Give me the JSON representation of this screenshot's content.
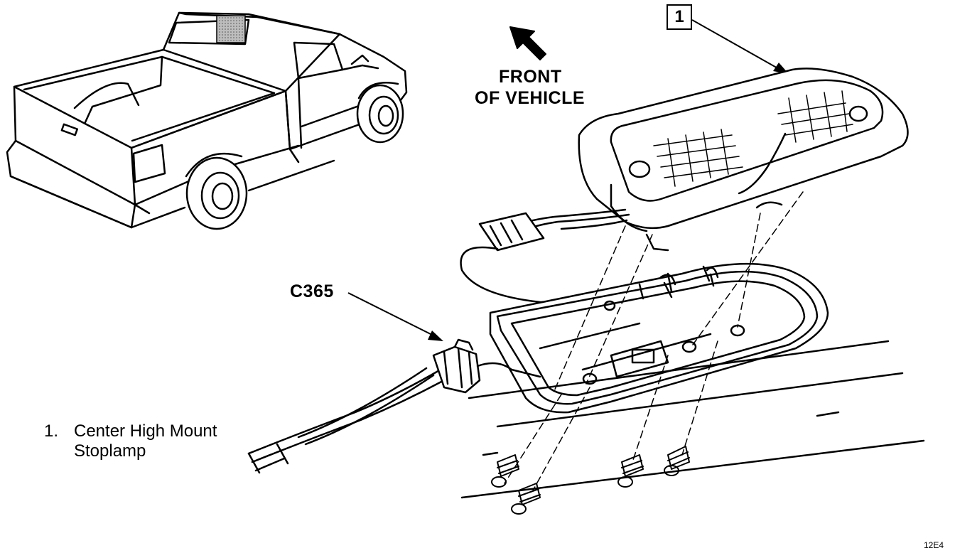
{
  "callout": {
    "number": "1"
  },
  "orientation": {
    "line1": "FRONT",
    "line2": "OF VEHICLE"
  },
  "connector": {
    "label": "C365"
  },
  "legend": {
    "number": "1.",
    "line1": "Center High Mount",
    "line2": "Stoplamp"
  },
  "figure_code": "12E4"
}
